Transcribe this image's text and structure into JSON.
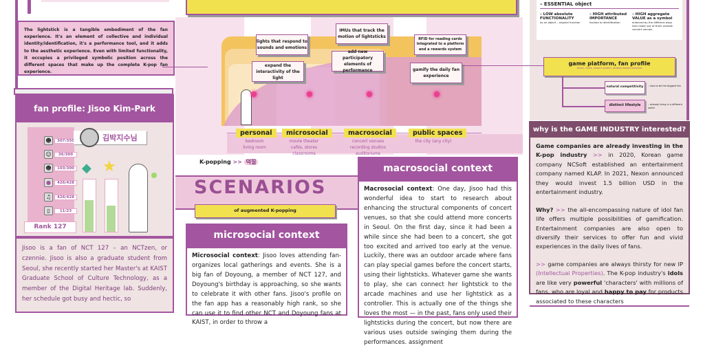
{
  "intro": {
    "text": "The lightstick is a tangible embodiment of the fan experience. It's an element of collective and individual identity/identification, it's a performance tool, and it adds to the aesthetic experience. Even with limited functionality, it occupies a privileged symbolic position across the different ",
    "bold": "spaces",
    "text_end": " that make up the complete K-pop fan experience."
  },
  "diagram": {
    "features": [
      {
        "detail": "lights that respond to sounds and emotions",
        "goal": "expand the interactivity of the light"
      },
      {
        "detail": "IMUs that track the motion of lightsticks",
        "goal": "add new participatory elements of performance"
      },
      {
        "detail": "RFID for reading cards integrated to a platform and a rewards system",
        "goal": "gamify the daily fan experience"
      }
    ],
    "spaces": [
      {
        "label": "personal",
        "sub": "bedroom\nliving room"
      },
      {
        "label": "microsocial",
        "sub": "movie theater\ncafés, stores\nclassrooms"
      },
      {
        "label": "macrosocial",
        "sub": "concert venues\nrecording studios\nauditoriums"
      },
      {
        "label": "public spaces",
        "sub": "the city (any city)"
      }
    ]
  },
  "essential": {
    "title": "– ESSENTIAL object",
    "items": [
      {
        "title": "– LOW absolute FUNCTIONALITY",
        "sub": "as an object – original function"
      },
      {
        "title": "– HIGH attributed IMPORTANCE",
        "sub": "for/due to identification"
      },
      {
        "title": "– HIGH aggregate VALUE as a symbol",
        "sub": "enforced by the different ways fans make use of them outside concert venues"
      }
    ]
  },
  "platform": {
    "title": "game platform, fan profile",
    "sub": "levels, ranks, reward system, location-based activities",
    "branches": [
      {
        "label": "natural competitivity",
        "note": "– how to be the biggest fan"
      },
      {
        "label": "distinct lifestyle",
        "note": "– already living in a different world"
      }
    ]
  },
  "profile": {
    "title": "fan profile: Jisoo Kim-Park",
    "name_ko": "김박지수님",
    "rank": "Rank 127",
    "stats": [
      {
        "icon": "member-1-icon",
        "value": "307/350"
      },
      {
        "icon": "member-2-icon",
        "value": "36/300"
      },
      {
        "icon": "member-3-icon",
        "value": "103/300"
      },
      {
        "icon": "location-icon",
        "value": "426/428"
      },
      {
        "icon": "music-icon",
        "value": "426/428"
      },
      {
        "icon": "drink-icon",
        "value": "11/23"
      }
    ],
    "gem_level": 0.6,
    "star_level": 0.5,
    "bio": "Jisoo is a fan of NCT 127 – an NCTzen, or czennie. Jisoo is also a graduate student from Seoul, she recently started her Master's at KAIST Graduate School of Culture Technology, as a member of the Digital Heritage lab. Suddenly, her schedule got busy and hectic, so"
  },
  "kpopping": {
    "en": "K-popping",
    "arrow": ">>",
    "ko": "덕질"
  },
  "scenarios": {
    "title": "SCENARIOS",
    "subtitle": "of augmented K-popping"
  },
  "micro": {
    "title": "microsocial context",
    "lead": "Microsocial context",
    "text": ": Jisoo loves attending fan-organizes  local gatherings and events. She is a big fan of Doyoung, a member of NCT 127, and Doyoung's birthday is approaching, so she wants to celebrate it with other fans. Jisoo's profile on the fan app has a reasonably high rank, so she can use it to find other NCT and Doyoung fans at KAIST, in order to throw a"
  },
  "macro": {
    "title": "macrosocial context",
    "lead": "Macrosocial context",
    "text": ": One day, Jisoo had this wonderful idea to start to research about enhancing the structural components of concert venues, so that she could attend more concerts in Seoul. On the first day, since it had been a while since she had been to a concert, she got too excited and arrived too early at the venue. Luckily, there was an outdoor arcade where fans can play special games before the concert starts, using their lightsticks. Whatever game she wants to play, she can connect her lightstick to the arcade machines and use her lightstick as a controller. This is actually one of the things she loves the most — in the past, fans only used their lightsticks during the concert, but now there are various uses outside swinging them during the performances. assignment"
  },
  "game": {
    "title": "why is the GAME INDUSTRY interested?",
    "p1_lead": "Game companies are already investing in the K-pop industry",
    "p1": " in 2020, Korean game company NCSoft established an entertainment company named KLAP. In 2021, Nexon announced they would invest 1.5 billion USD in the entertainment industry.",
    "p2_lead": "Why?",
    "p2": " the all-encompassing nature of idol fan life offers multiple possibilities of gamification. Entertainment companies are also open to diversify their services to offer fun and vivid experiences in the daily lives of fans.",
    "p3a": " game companies are always thirsty for new IP ",
    "p3_link": "(Intellectual Properties)",
    "p3b": ". The K-pop industry's ",
    "idols": "idols",
    "p3c": " are like very ",
    "powerful": "powerful",
    "p3d": " 'characters' with millions of fans, who are loyal and ",
    "happy": "happy to pay",
    "p3e": " for products associated to these characters",
    "arrow": ">>"
  },
  "colors": {
    "purple": "#a3559f",
    "yellow": "#f2e14f",
    "pink": "#f1c6dc",
    "plum": "#7d4d6b"
  }
}
